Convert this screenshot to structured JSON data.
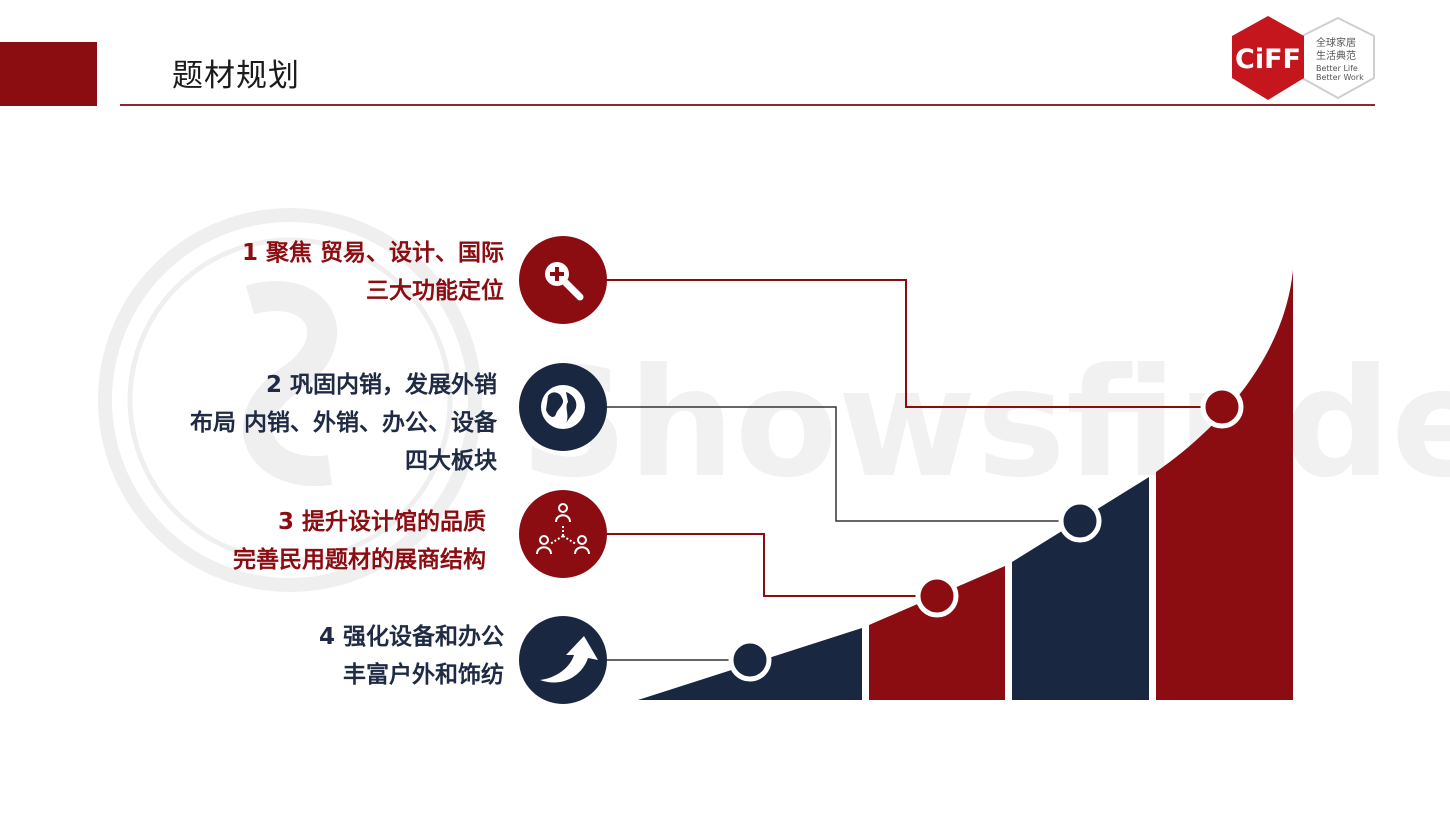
{
  "header": {
    "title": "题材规划",
    "logo": {
      "mark": "CiFF",
      "line1": "全球家居",
      "line2": "生活典范",
      "line3": "Better Life",
      "line4": "Better Work"
    }
  },
  "watermark": "Showsfinder",
  "colors": {
    "red": "#8b0d12",
    "navy": "#1a2740",
    "white": "#ffffff"
  },
  "items": [
    {
      "lines": [
        "1 聚焦 贸易、设计、国际",
        "三大功能定位"
      ],
      "icon": "search-plus-icon",
      "color": "red"
    },
    {
      "lines": [
        "2 巩固内销，发展外销",
        "布局 内销、外销、办公、设备",
        "四大板块"
      ],
      "icon": "globe-icon",
      "color": "navy"
    },
    {
      "lines": [
        "3 提升设计馆的品质",
        "完善民用题材的展商结构"
      ],
      "icon": "people-network-icon",
      "color": "red"
    },
    {
      "lines": [
        "4 强化设备和办公",
        "丰富户外和饰纺"
      ],
      "icon": "curved-arrow-up-icon",
      "color": "navy"
    }
  ]
}
